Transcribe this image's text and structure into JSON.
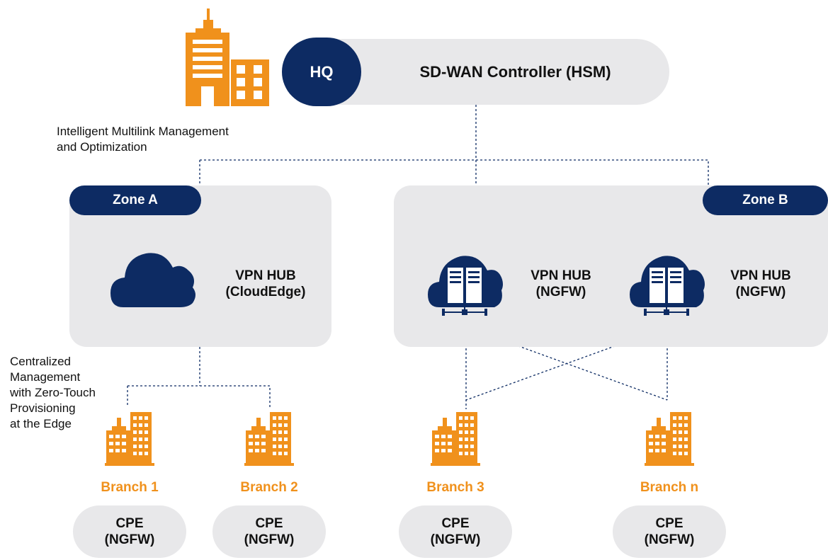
{
  "colors": {
    "accent": "#f0911c",
    "navy": "#0d2b63",
    "panel": "#e8e8ea"
  },
  "hq": {
    "badge": "HQ",
    "controller": "SD-WAN Controller (HSM)",
    "icon": "hq-building-icon"
  },
  "notes": {
    "multilink": [
      "Intelligent Multilink Management",
      "and Optimization"
    ],
    "centralized": [
      "Centralized",
      "Management",
      "with Zero-Touch",
      "Provisioning",
      "at the Edge"
    ]
  },
  "zone_a": {
    "label": "Zone A",
    "hub": [
      "VPN HUB",
      "(CloudEdge)"
    ],
    "icon": "cloud-icon"
  },
  "zone_b": {
    "label": "Zone B",
    "hubs": [
      [
        "VPN HUB",
        "(NGFW)"
      ],
      [
        "VPN HUB",
        "(NGFW)"
      ]
    ],
    "icon": "cloud-server-icon"
  },
  "branches": [
    {
      "name": "Branch 1",
      "cpe": [
        "CPE",
        "(NGFW)"
      ]
    },
    {
      "name": "Branch 2",
      "cpe": [
        "CPE",
        "(NGFW)"
      ]
    },
    {
      "name": "Branch 3",
      "cpe": [
        "CPE",
        "(NGFW)"
      ]
    },
    {
      "name": "Branch n",
      "cpe": [
        "CPE",
        "(NGFW)"
      ]
    }
  ]
}
